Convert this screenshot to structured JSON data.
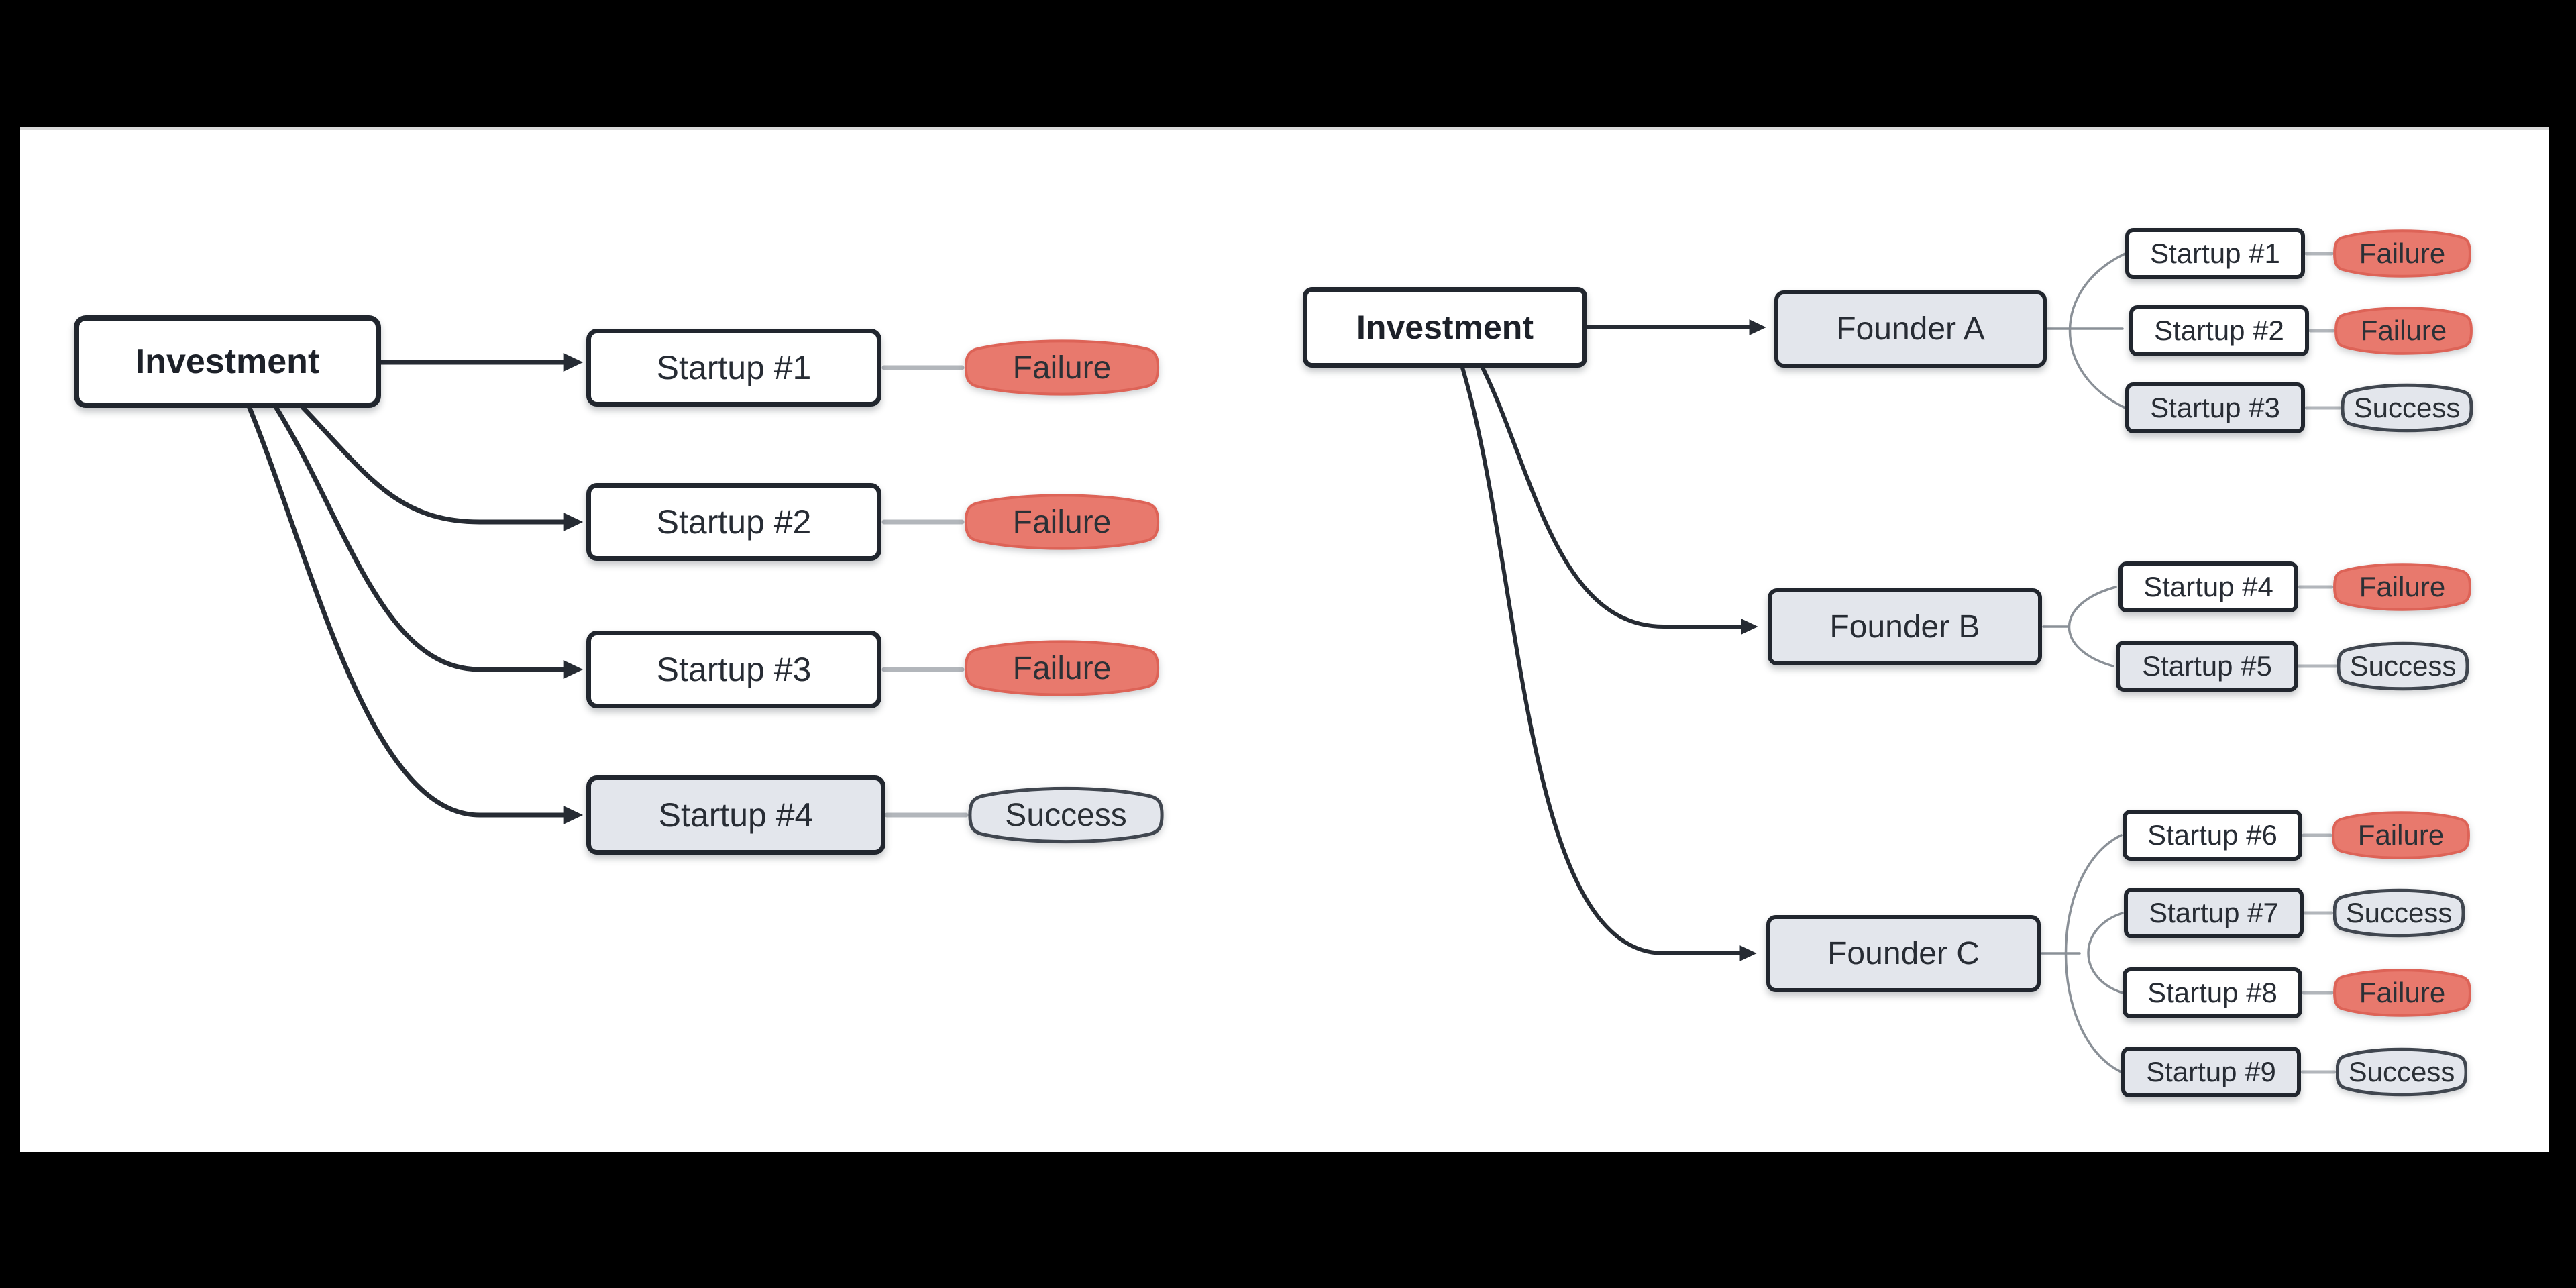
{
  "canvas": {
    "background": "#000000",
    "card_background": "#ffffff"
  },
  "colors": {
    "node_border": "#21262e",
    "node_text": "#272c34",
    "gray_fill": "#e3e6ec",
    "failure_fill": "#e8796d",
    "failure_border": "#dd6357",
    "success_fill": "#e3e6ec",
    "success_border": "#40464f",
    "edge_dark": "#262b33",
    "edge_gray": "#b2b6bb",
    "fan_gray": "#8a9097"
  },
  "left_tree": {
    "root_label": "Investment",
    "startups": [
      {
        "label": "Startup #1",
        "outcome": "Failure"
      },
      {
        "label": "Startup #2",
        "outcome": "Failure"
      },
      {
        "label": "Startup #3",
        "outcome": "Failure"
      },
      {
        "label": "Startup #4",
        "outcome": "Success"
      }
    ]
  },
  "right_tree": {
    "root_label": "Investment",
    "founders": [
      {
        "label": "Founder A",
        "startups": [
          {
            "label": "Startup #1",
            "outcome": "Failure"
          },
          {
            "label": "Startup #2",
            "outcome": "Failure"
          },
          {
            "label": "Startup #3",
            "outcome": "Success"
          }
        ]
      },
      {
        "label": "Founder B",
        "startups": [
          {
            "label": "Startup #4",
            "outcome": "Failure"
          },
          {
            "label": "Startup #5",
            "outcome": "Success"
          }
        ]
      },
      {
        "label": "Founder C",
        "startups": [
          {
            "label": "Startup #6",
            "outcome": "Failure"
          },
          {
            "label": "Startup #7",
            "outcome": "Success"
          },
          {
            "label": "Startup #8",
            "outcome": "Failure"
          },
          {
            "label": "Startup #9",
            "outcome": "Success"
          }
        ]
      }
    ]
  }
}
